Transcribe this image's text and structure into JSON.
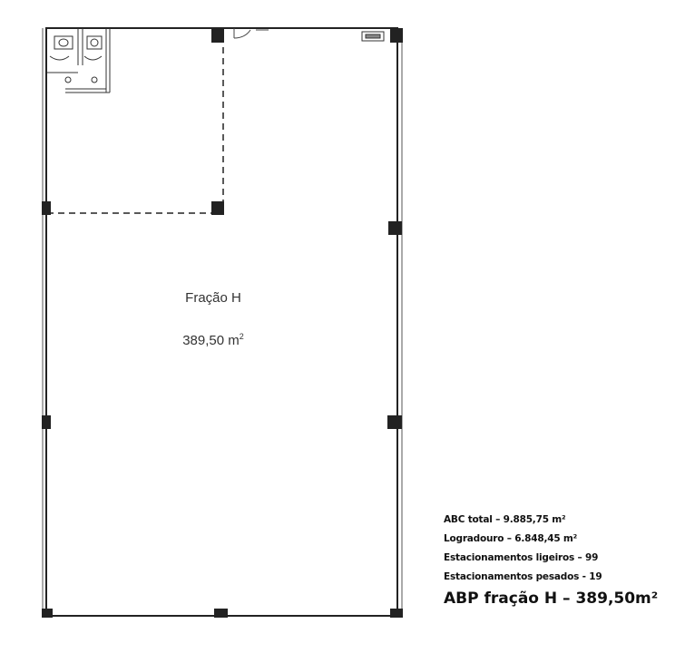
{
  "plan": {
    "fraction_name": "Fração H",
    "fraction_area_value": "389,50 m",
    "fraction_area_exp": "2"
  },
  "summary": {
    "lines": [
      "ABC total – 9.885,75 m²",
      "Logradouro – 6.848,45 m²",
      "Estacionamentos ligeiros – 99",
      "Estacionamentos pesados - 19"
    ],
    "abp": "ABP fração H – 389,50m²"
  },
  "colors": {
    "wall": "#222222",
    "column": "#222222",
    "background": "#ffffff"
  }
}
